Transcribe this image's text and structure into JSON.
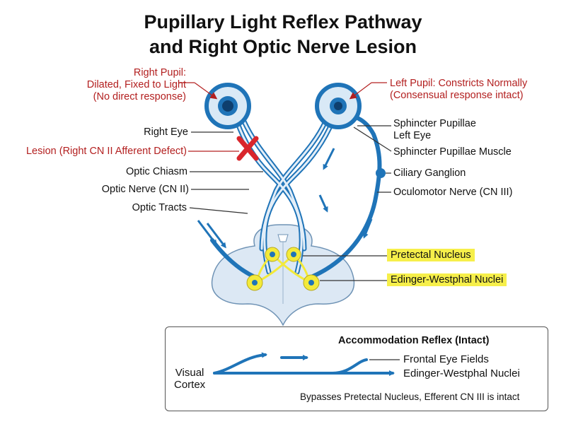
{
  "title": {
    "line1": "Pupillary Light Reflex Pathway",
    "line2": "and Right Optic Nerve Lesion"
  },
  "labels": {
    "right_pupil": [
      "Right Pupil:",
      "Dilated, Fixed to Light",
      "(No direct response)"
    ],
    "left_pupil": [
      "Left Pupil: Constricts Normally",
      "(Consensual response intact)"
    ],
    "right_eye": "Right Eye",
    "lesion": "Lesion (Right CN II Afferent Defect)",
    "optic_chiasm": "Optic Chiasm",
    "optic_nerve": "Optic Nerve (CN II)",
    "optic_tracts": "Optic Tracts",
    "sphincter_left_eye": [
      "Sphincter Pupillae",
      "Left Eye"
    ],
    "sphincter_muscle": "Sphincter Pupillae Muscle",
    "ciliary_ganglion": "Ciliary Ganglion",
    "oculomotor_nerve": "Oculomotor Nerve (CN III)",
    "pretectal_nucleus": "Pretectal Nucleus",
    "ew_nuclei": "Edinger-Westphal Nuclei"
  },
  "accommodation": {
    "title": "Accommodation Reflex (Intact)",
    "visual_cortex": [
      "Visual",
      "Cortex"
    ],
    "frontal_eye_fields": "Frontal Eye Fields",
    "ew_nuclei": "Edinger-Westphal Nuclei",
    "note": "Bypasses Pretectal Nucleus, Efferent CN III is intact"
  },
  "colors": {
    "nerve_blue": "#1f74b8",
    "nerve_light": "#d9e9f6",
    "brainstem": "#dce8f4",
    "nucleus_yellow": "#f3ea3a",
    "lesion_red": "#d9262c",
    "label_red": "#b32020",
    "highlight_yellow": "#f6ef4a"
  },
  "icons": {
    "lesion_marker": "red-x-icon"
  }
}
